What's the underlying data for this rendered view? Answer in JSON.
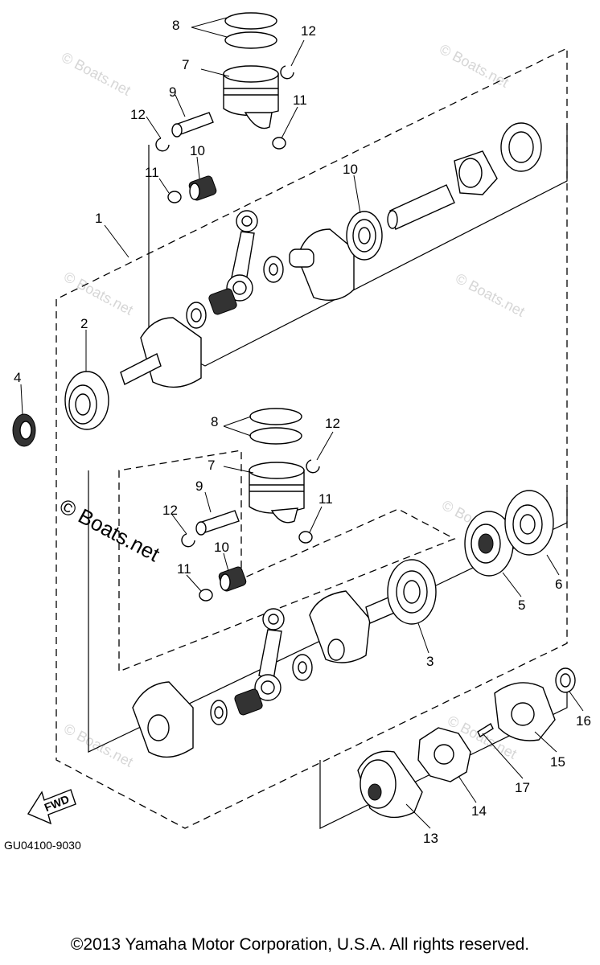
{
  "watermark": "© Boats.net",
  "diagram_code": "GU04100-9030",
  "fwd_label": "FWD",
  "copyright": "©2013 Yamaha Motor Corporation, U.S.A. All rights reserved.",
  "callouts": {
    "n1": "1",
    "n2": "2",
    "n3": "3",
    "n4": "4",
    "n5": "5",
    "n6": "6",
    "n7": "7",
    "n8": "8",
    "n9": "9",
    "n10": "10",
    "n11": "11",
    "n12": "12",
    "n13": "13",
    "n14": "14",
    "n15": "15",
    "n16": "16",
    "n17": "17"
  }
}
